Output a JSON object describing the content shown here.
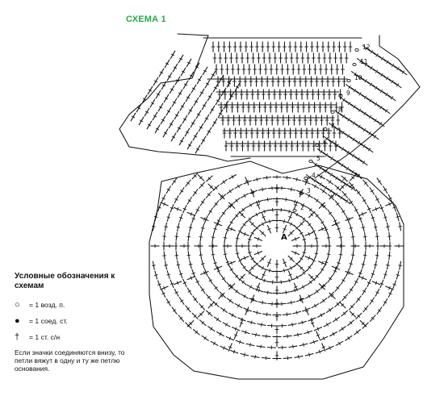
{
  "title": "СХЕМА 1",
  "diagram": {
    "center_label": "A",
    "row_numbers": [
      "2",
      "3",
      "4",
      "5",
      "6",
      "7",
      "8",
      "9",
      "10",
      "11",
      "12"
    ]
  },
  "legend": {
    "heading": "Условные обозначения к схемам",
    "items": [
      {
        "symbol": "○",
        "text": "= 1 возд. п."
      },
      {
        "symbol": "●",
        "text": "= 1 соед. ст."
      },
      {
        "symbol": "†",
        "text": "= 1 ст. с/н"
      }
    ],
    "note": "Если значки соединяются внизу, то петли вяжут в одну и ту же петлю основания."
  },
  "colors": {
    "title": "#2aa84a",
    "ink": "#111111"
  }
}
